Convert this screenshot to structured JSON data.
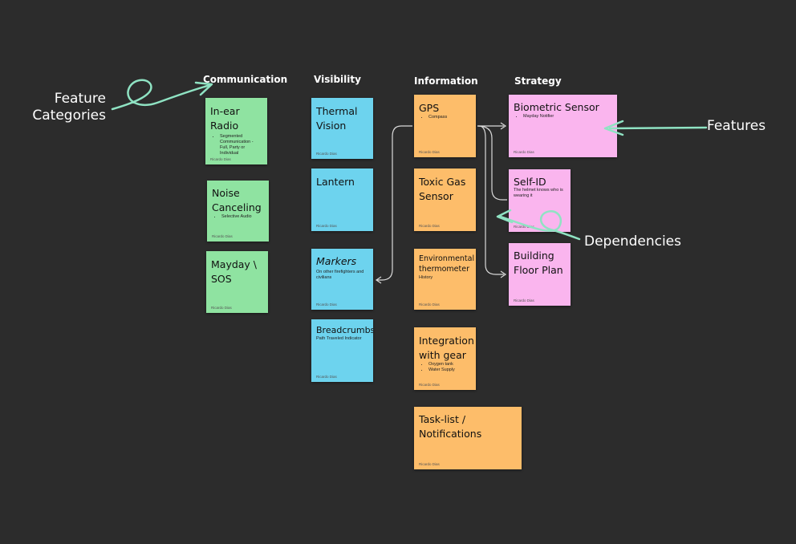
{
  "categories": {
    "communication": "Communication",
    "visibility": "Visibility",
    "information": "Information",
    "strategy": "Strategy"
  },
  "notes": {
    "in_ear_radio": {
      "title": "In-ear Radio",
      "bullets": [
        "Segmented Communication - Full, Party or Individual"
      ],
      "author": "Ricardo Dias"
    },
    "noise_canceling": {
      "title": "Noise Canceling",
      "bullets": [
        "Selective Audio"
      ],
      "author": "Ricardo Dias"
    },
    "mayday_sos": {
      "title": "Mayday \\ SOS",
      "author": "Ricardo Dias"
    },
    "thermal_vision": {
      "title": "Thermal Vision",
      "author": "Ricardo Dias"
    },
    "lantern": {
      "title": "Lantern",
      "author": "Ricardo Dias"
    },
    "markers": {
      "title": "Markers",
      "subtitle": "On other firefighters and civilians",
      "author": "Ricardo Dias"
    },
    "breadcrumbs": {
      "title": "Breadcrumbs",
      "subtitle": "Path Traveled Indicator",
      "author": "Ricardo Dias"
    },
    "gps": {
      "title": "GPS",
      "bullets": [
        "Compass"
      ],
      "author": "Ricardo Dias"
    },
    "toxic_gas": {
      "title": "Toxic Gas Sensor",
      "author": "Ricardo Dias"
    },
    "env_thermometer": {
      "title": "Environmental thermometer",
      "subtitle": "History",
      "author": "Ricardo Dias"
    },
    "integration_gear": {
      "title": "Integration with gear",
      "bullets": [
        "Oxygen tank",
        "Water Supply"
      ],
      "author": "Ricardo Dias"
    },
    "task_list": {
      "title": "Task-list / Notifications",
      "author": "Ricardo Dias"
    },
    "biometric": {
      "title": "Biometric Sensor",
      "bullets": [
        "Mayday Notifier"
      ],
      "author": "Ricardo Dias"
    },
    "self_id": {
      "title": "Self-ID",
      "subtitle": "The helmet knows who is wearing it",
      "author": "Ricardo Dias"
    },
    "floor_plan": {
      "title": "Building Floor Plan",
      "author": "Ricardo Dias"
    }
  },
  "annotations": {
    "feature_categories": "Feature Categories",
    "features": "Features",
    "dependencies": "Dependencies"
  },
  "colors": {
    "background": "#2c2c2c",
    "green": "#8fe3a1",
    "blue": "#6dd3ee",
    "orange": "#fdbd6a",
    "pink": "#fab5ee",
    "annotation_stroke": "#8fe3c3",
    "connector": "#d9d9d9"
  }
}
